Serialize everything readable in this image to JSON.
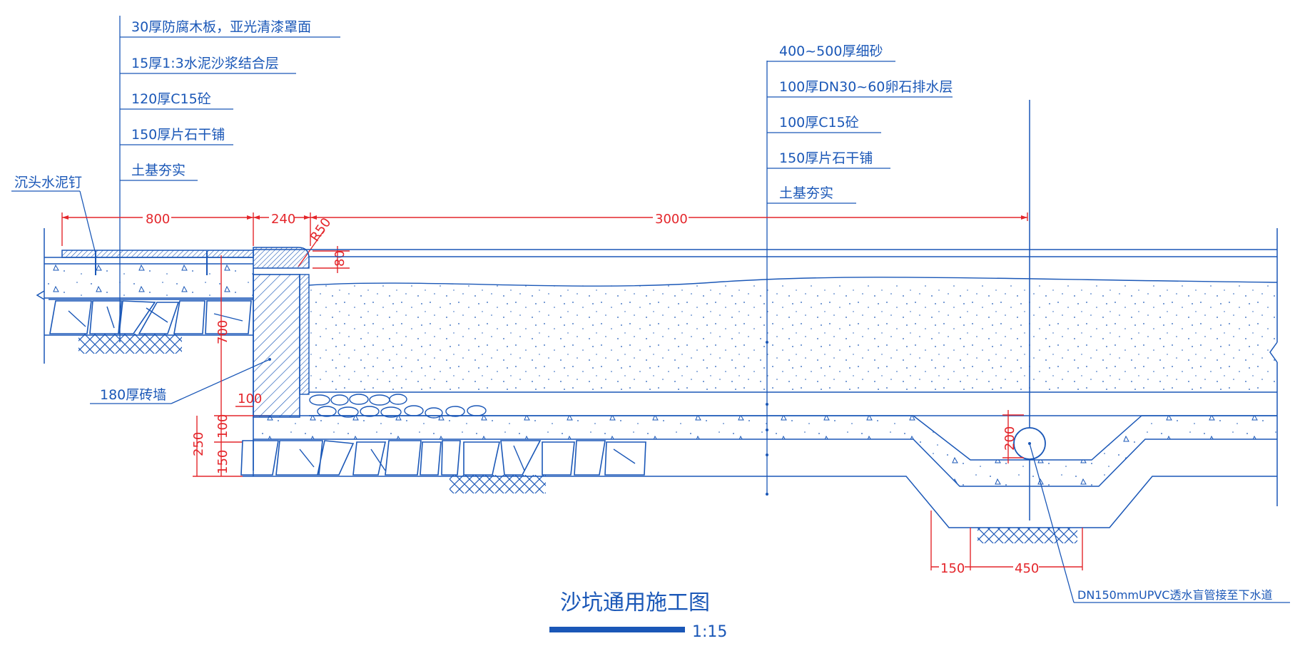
{
  "colors": {
    "line": "#1a57b7",
    "dimension": "#e4262b",
    "background": "#ffffff"
  },
  "labels_left": [
    "30厚防腐木板，亚光清漆罩面",
    "15厚1:3水泥沙浆结合层",
    "120厚C15砼",
    "150厚片石干铺",
    "土基夯实"
  ],
  "labels_right": [
    "400~500厚细砂",
    "100厚DN30~60卵石排水层",
    "100厚C15砼",
    "150厚片石干铺",
    "土基夯实"
  ],
  "callouts": {
    "nail": "沉头水泥钉",
    "brick_wall": "180厚砖墙",
    "pipe": "DN150mmUPVC透水盲管接至下水道"
  },
  "dimensions": {
    "d800": "800",
    "d240": "240",
    "d3000": "3000",
    "r50": "R50",
    "d80": "80",
    "d700": "700",
    "d100_wall": "100",
    "d250": "250",
    "d150_left": "150",
    "d100_left": "100",
    "d200": "200",
    "d150_bottom": "150",
    "d450": "450"
  },
  "title": {
    "text": "沙坑通用施工图",
    "scale": "1:15"
  }
}
